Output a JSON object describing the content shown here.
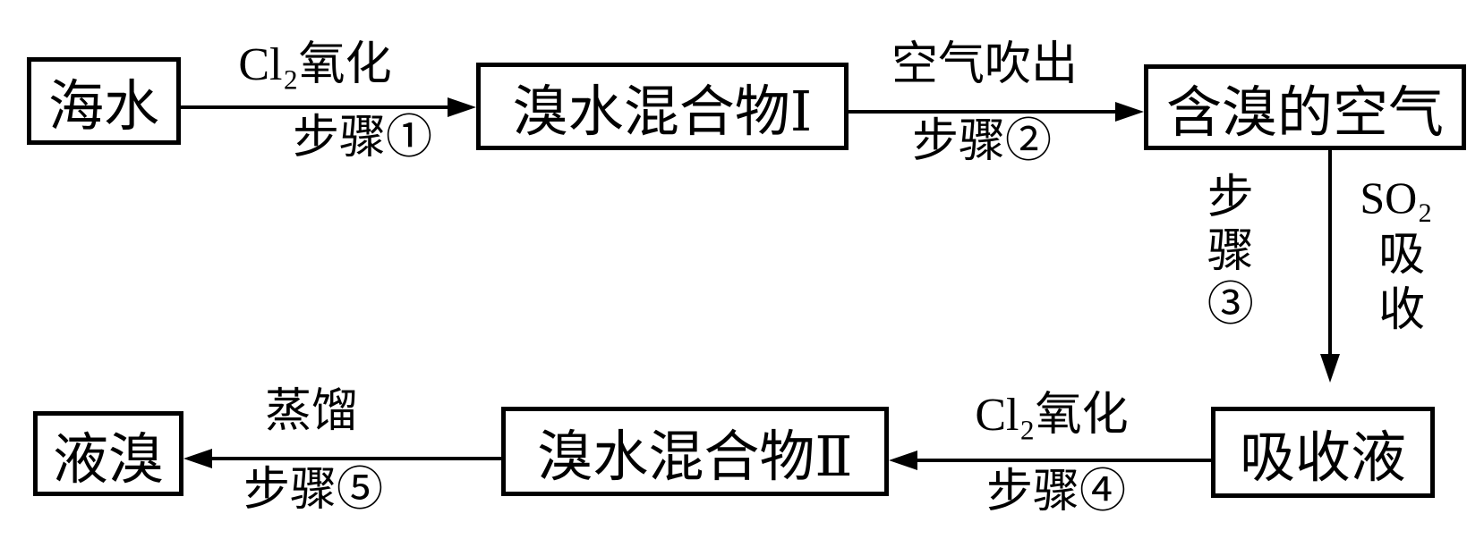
{
  "diagram": {
    "title_semantic": "Bromine extraction from seawater process flowchart",
    "colors": {
      "ink": "#000000",
      "background": "#ffffff"
    },
    "nodes": {
      "seawater": "海水",
      "mixture1": "溴水混合物Ⅰ",
      "bromine_air": "含溴的空气",
      "absorption_liquid": "吸收液",
      "mixture2": "溴水混合物Ⅱ",
      "liquid_bromine": "液溴"
    },
    "steps": {
      "step1": {
        "process": "Cl₂氧化",
        "label": "步骤①"
      },
      "step2": {
        "process": "空气吹出",
        "label": "步骤②"
      },
      "step3": {
        "label": "步骤③",
        "reagent": "SO₂",
        "action": "吸收"
      },
      "step4": {
        "process": "Cl₂氧化",
        "label": "步骤④"
      },
      "step5": {
        "process": "蒸馏",
        "label": "步骤⑤"
      }
    }
  }
}
